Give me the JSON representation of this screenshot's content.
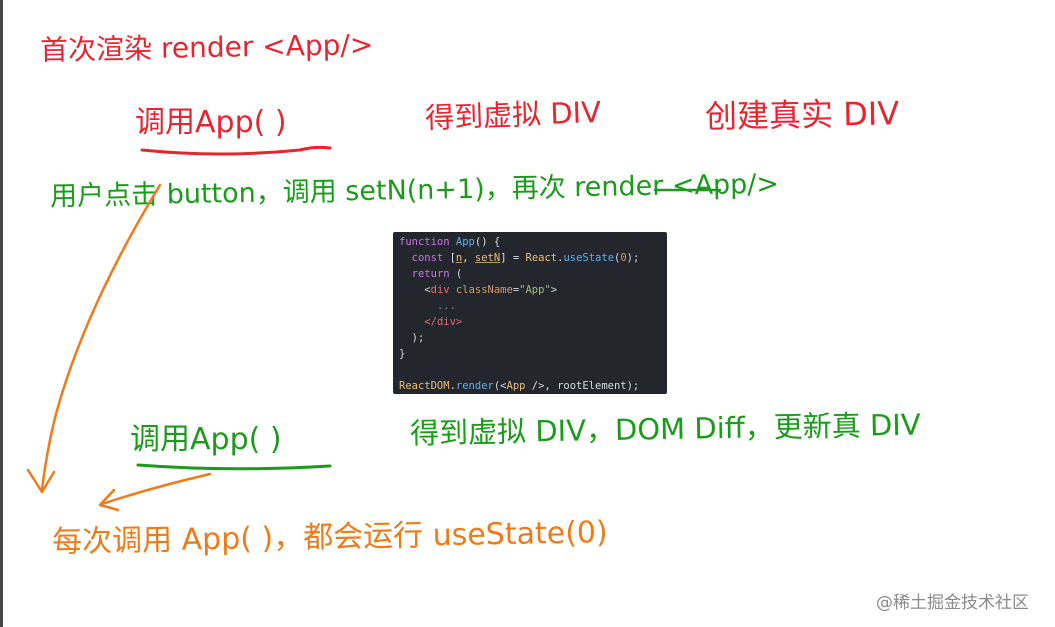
{
  "notes": {
    "first_render": "首次渲染 render <App/>",
    "call_app_1": "调用App( )",
    "get_virtual_div_1": "得到虚拟 DIV",
    "create_real_div": "创建真实 DIV",
    "user_click": "用户点击 button，调用 setN(n+1)，再次 render <App/>",
    "call_app_2": "调用App( )",
    "get_virtual_div_2": "得到虚拟 DIV，DOM Diff，更新真 DIV",
    "summary": "每次调用 App( )，都会运行 useState(0)"
  },
  "code": {
    "l1_kw": "function",
    "l1_fn": "App",
    "l1_rest": "() {",
    "l2_kw": "const",
    "l2_open": " [",
    "l2_n": "n",
    "l2_comma": ", ",
    "l2_setN": "setN",
    "l2_mid": "] = ",
    "l2_react": "React",
    "l2_dot": ".",
    "l2_use": "useState",
    "l2_p1": "(",
    "l2_zero": "0",
    "l2_p2": ");",
    "l3_kw": "return",
    "l3_rest": " (",
    "l4_lt": "<",
    "l4_tag": "div",
    "l4_sp": " ",
    "l4_attr": "className",
    "l4_eq": "=",
    "l4_str": "\"App\"",
    "l4_gt": ">",
    "l5_dots": "...",
    "l6": "</div>",
    "l7": ");",
    "l8": "}",
    "l10_obj": "ReactDOM",
    "l10_dot": ".",
    "l10_fn": "render",
    "l10_p": "(<",
    "l10_cmp": "App",
    "l10_rest": " />, rootElement);"
  },
  "watermark": "@稀土掘金技术社区",
  "colors": {
    "red": "#e8252f",
    "green": "#1a9c1a",
    "orange": "#f07a18",
    "code_bg": "#23262d"
  }
}
